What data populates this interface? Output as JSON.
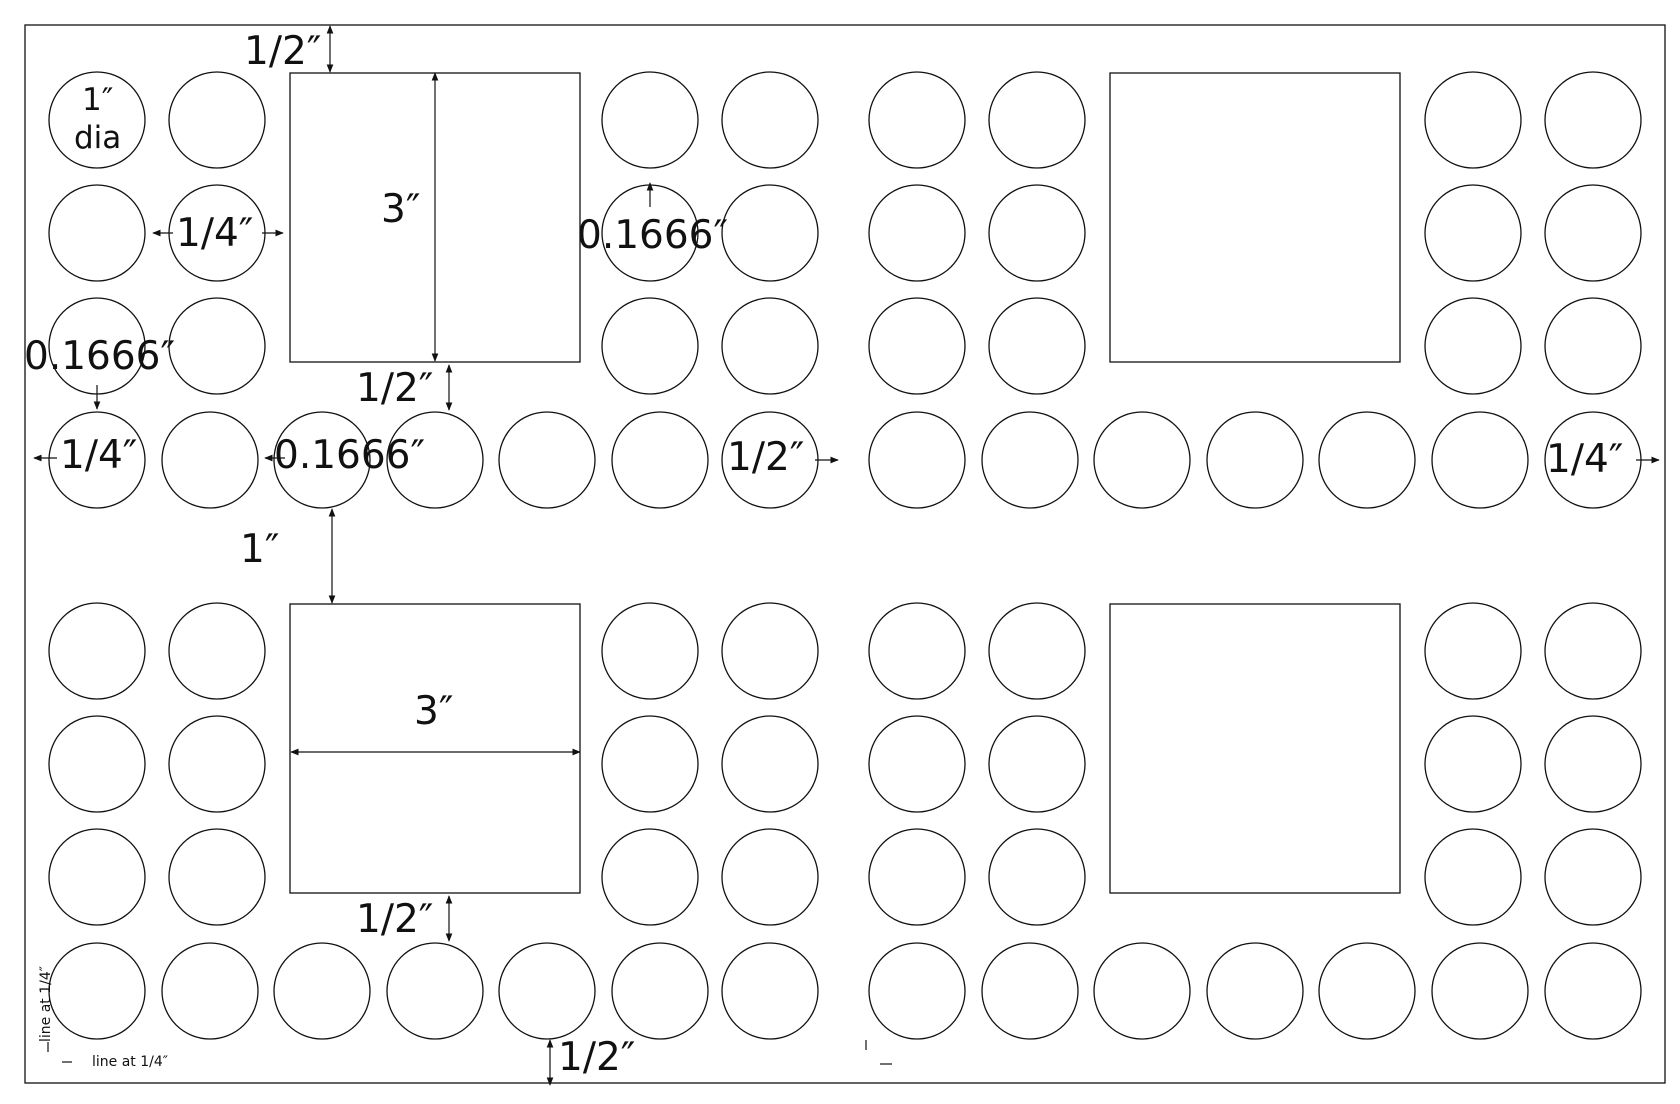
{
  "diagram": {
    "stroke_color": "#111111",
    "background_color": "#ffffff",
    "labels": {
      "top_margin": "1/2″",
      "circle_dia_value": "1″",
      "circle_dia_unit": "dia",
      "circle_to_square_gap": "1/4″",
      "square_height": "3″",
      "column_gap_top": "0.1666″",
      "row_gap_left": "0.1666″",
      "square_bottom_gap_top": "1/2″",
      "left_margin": "1/4″",
      "middle_row_gap": "0.1666″",
      "center_gap": "1/2″",
      "right_margin": "1/4″",
      "block_gap": "1″",
      "square_width": "3″",
      "square_bottom_gap_bottom": "1/2″",
      "bottom_margin": "1/2″",
      "guide_vertical": "line at 1/4″",
      "guide_horizontal": "line at 1/4″"
    }
  }
}
